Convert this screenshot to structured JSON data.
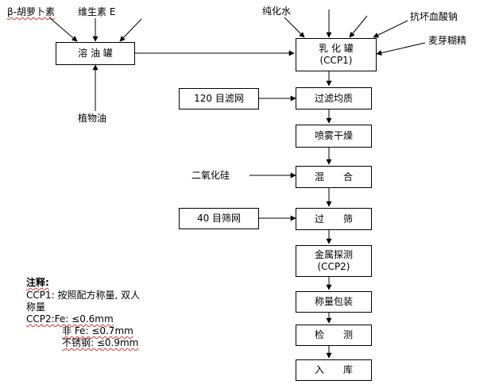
{
  "inputs": {
    "beta_carotene": "β-胡萝卜素",
    "vitamin_e": "维生素 E",
    "vegetable_oil": "植物油",
    "pure_water": "纯化水",
    "sodium_ascorbate": "抗坏血酸钠",
    "maltodextrin": "麦芽糊精",
    "mesh_120": "120 目滤网",
    "silicon_dioxide": "二氧化硅",
    "mesh_40": "40 目筛网"
  },
  "steps": {
    "oil_tank": "溶 油 罐",
    "emulsify_name": "乳 化 罐",
    "emulsify_ccp": "(CCP1)",
    "filter_homogenize": "过滤均质",
    "spray_dry": "喷雾干燥",
    "mix": "混　　合",
    "sieve": "过　　筛",
    "metal_detect_name": "金属探测",
    "metal_detect_ccp": "(CCP2)",
    "weigh_pack": "称量包装",
    "inspect": "检　　测",
    "warehouse": "入　　库"
  },
  "notes": {
    "title": "注释:",
    "ccp1_line1": "CCP1: 按照配方称量, 双人",
    "ccp1_line2": "称量",
    "ccp2_line1": "CCP2:Fe: ≤0.6mm",
    "ccp2_line2": "非 Fe: ≤0.7mm",
    "ccp2_line3": "不锈钢: ≤0.9mm"
  }
}
